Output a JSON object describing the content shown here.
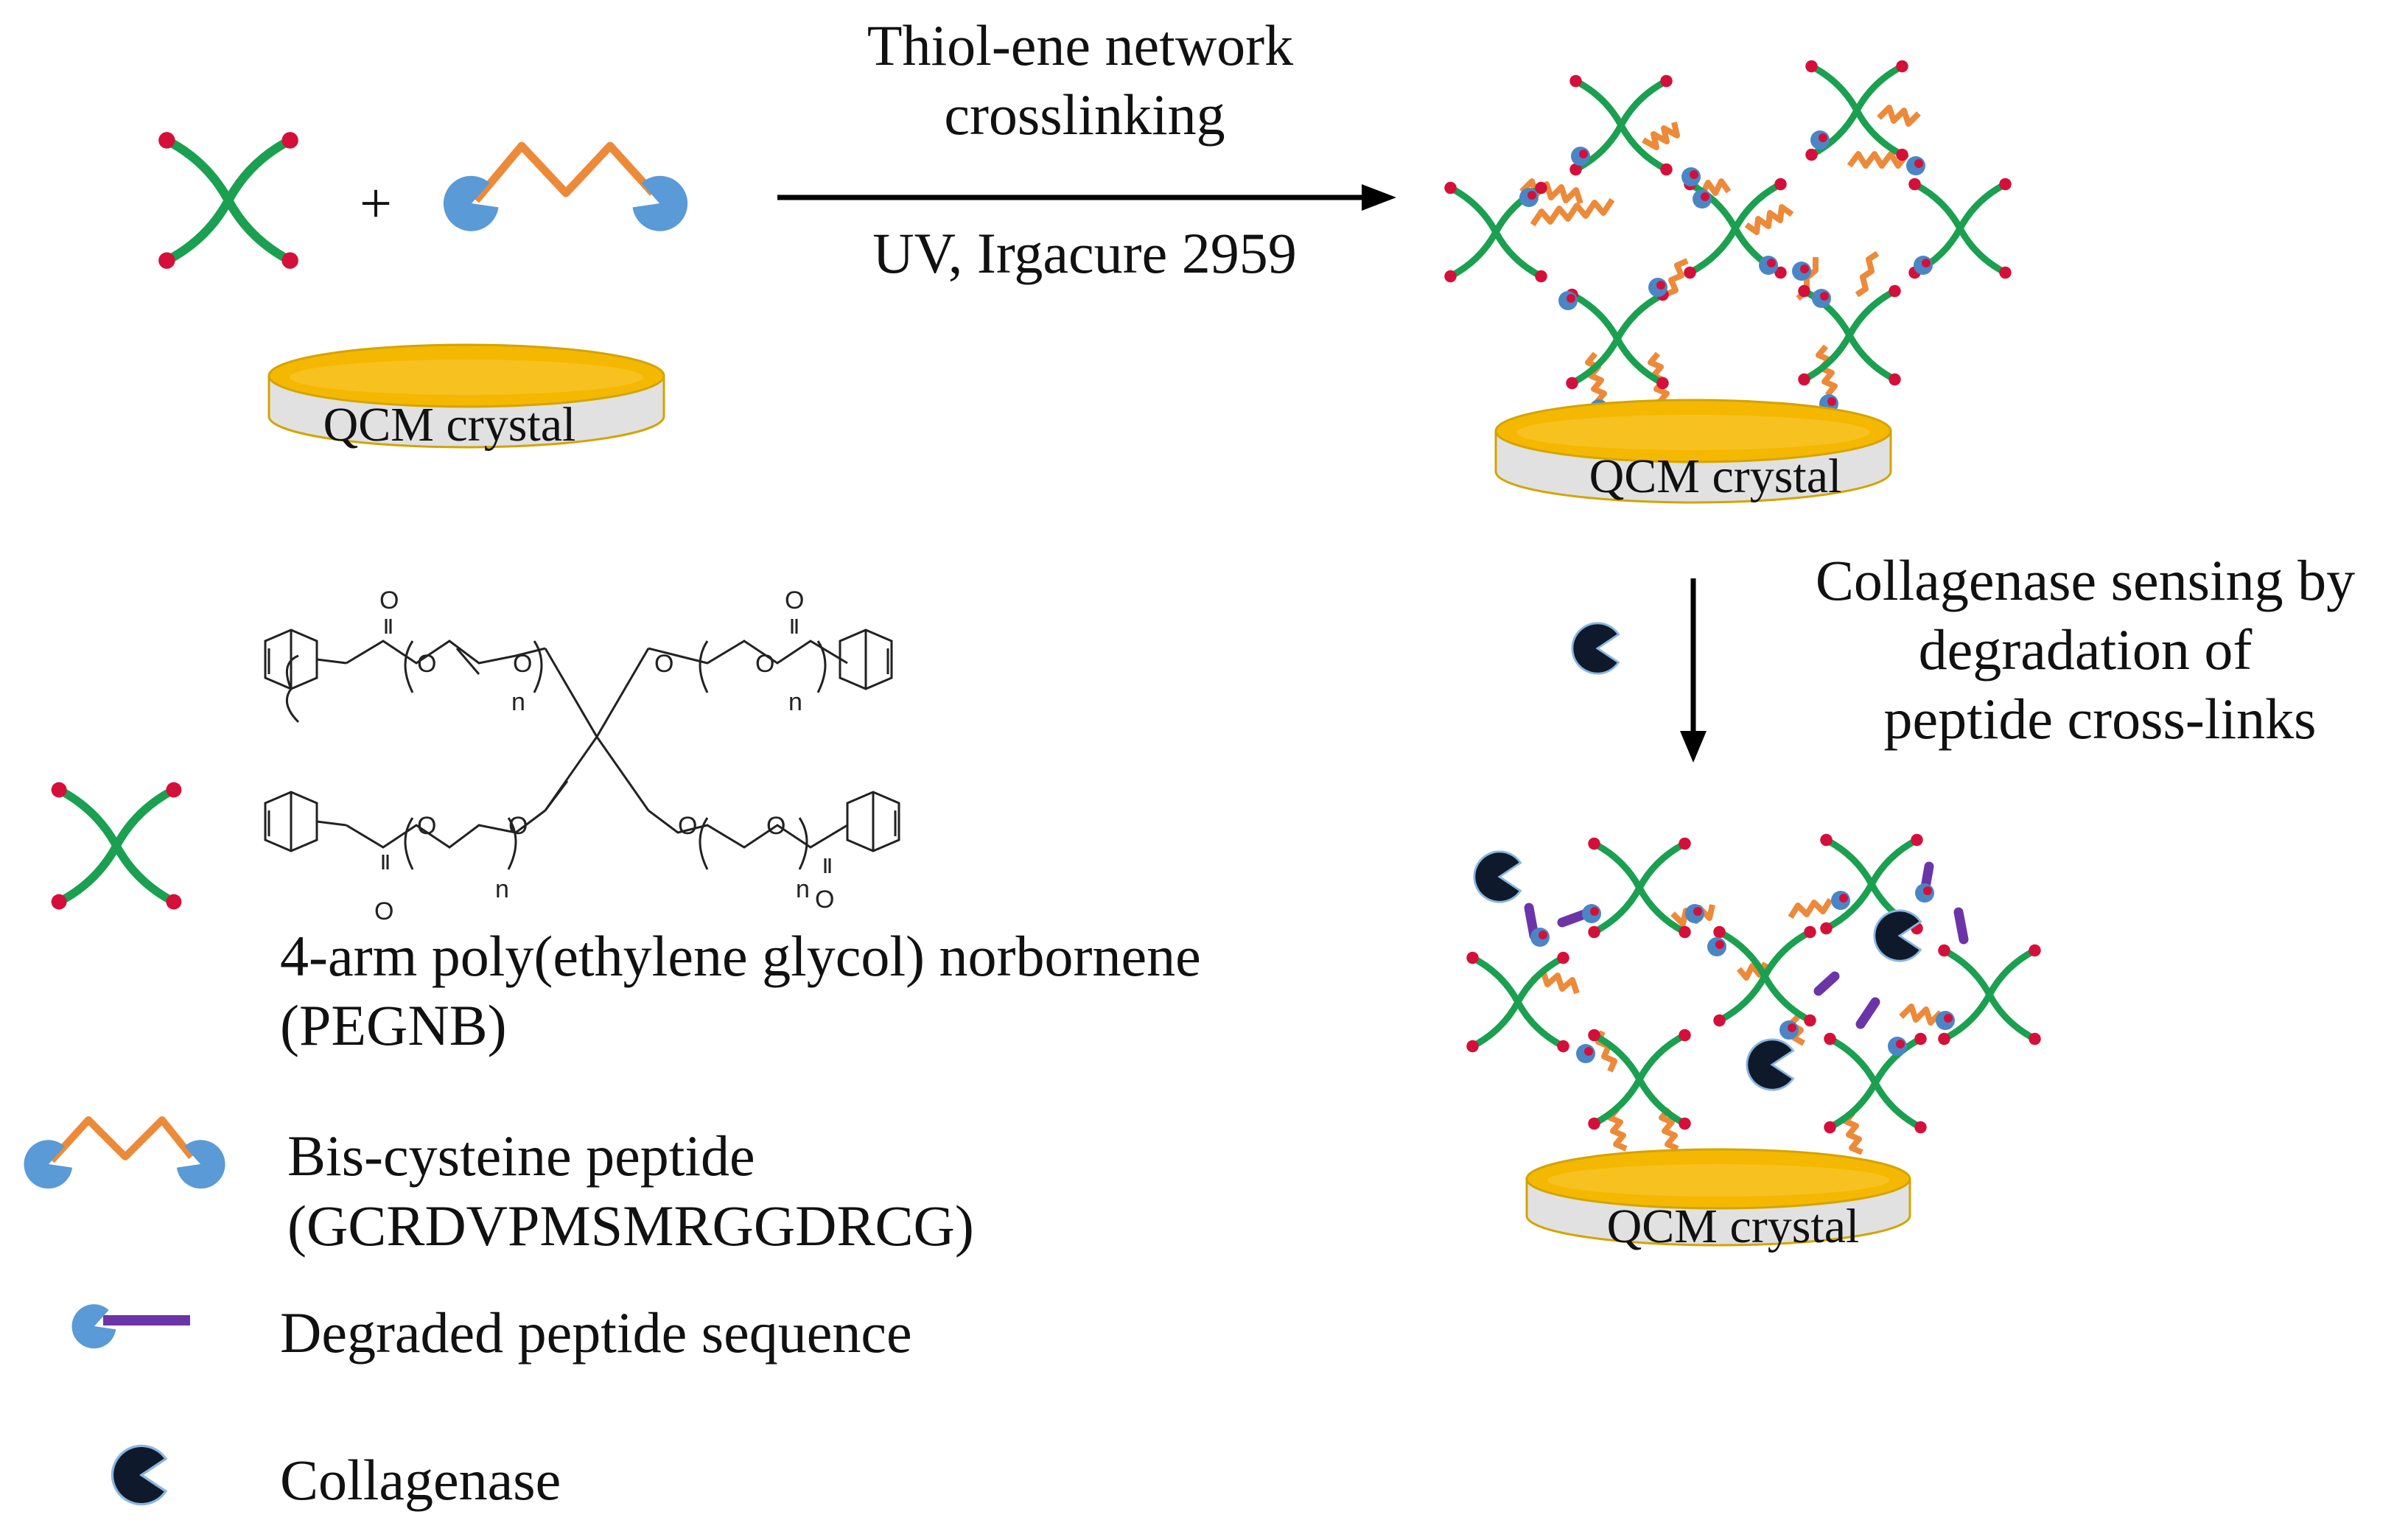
{
  "reaction": {
    "above_arrow_line1": "Thiol-ene network",
    "above_arrow_line2": "crosslinking",
    "below_arrow": "UV, Irgacure 2959",
    "plus": "+"
  },
  "sensing": {
    "line1": "Collagenase sensing by",
    "line2": "degradation of",
    "line3": "peptide cross-links"
  },
  "crystal_label": "QCM crystal",
  "chem": {
    "o": "O",
    "n": "n"
  },
  "legend": {
    "pegnb_line1": "4-arm poly(ethylene glycol) norbornene",
    "pegnb_line2": "(PEGNB)",
    "peptide_line1": "Bis-cysteine peptide",
    "peptide_line2": "(GCRDVPMSMRGGDRCG)",
    "degraded": "Degraded peptide sequence",
    "collagenase": "Collagenase"
  },
  "colors": {
    "pegnb_arm": "#1aa050",
    "end_group": "#d4103a",
    "peptide_linker": "#ec8a3a",
    "thiol_cap": "#5a9ad6",
    "degraded_fragment": "#6b35a8",
    "collagenase": "#0e1a2b",
    "crystal_gold": "#f5b800",
    "crystal_side": "#e1e1e1"
  }
}
